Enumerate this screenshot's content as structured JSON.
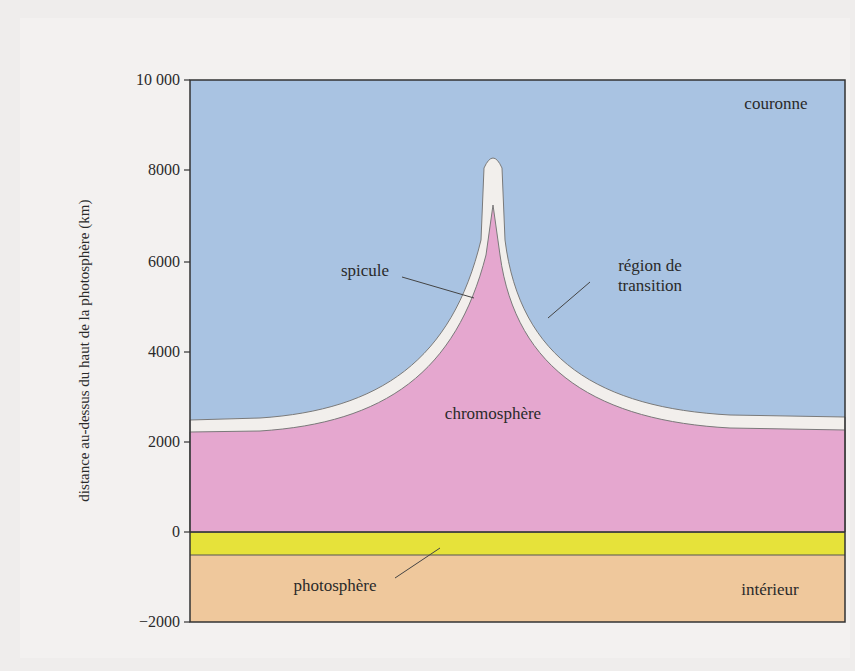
{
  "diagram": {
    "labels": [
      "distance au-dessus du haut de la photosphère (km)",
      "10 000",
      "8000",
      "6000",
      "4000",
      "2000",
      "0",
      "−2000",
      "couronne",
      "spicule",
      "région de transition",
      "chromosphère",
      "photosphère",
      "intérieur"
    ]
  }
}
